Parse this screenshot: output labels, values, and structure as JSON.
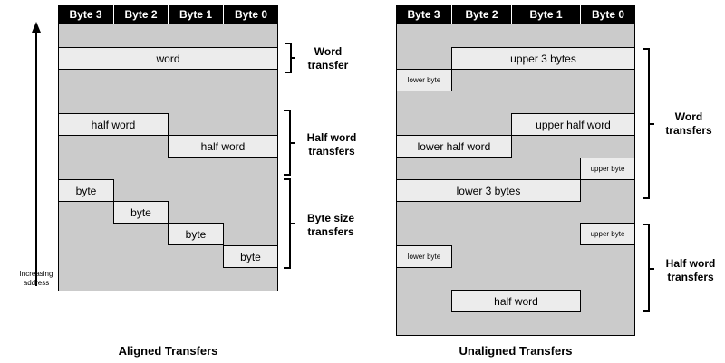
{
  "headers": [
    "Byte 3",
    "Byte 2",
    "Byte 1",
    "Byte 0"
  ],
  "axis": {
    "label": "Increasing address"
  },
  "aligned": {
    "caption": "Aligned Transfers",
    "blocks": [
      "word",
      "half word",
      "half word",
      "byte",
      "byte",
      "byte",
      "byte"
    ],
    "groups": [
      "Word transfer",
      "Half word transfers",
      "Byte size transfers"
    ]
  },
  "unaligned": {
    "caption": "Unaligned Transfers",
    "blocks": [
      "upper 3 bytes",
      "lower byte",
      "upper half word",
      "lower half word",
      "upper byte",
      "lower 3 bytes",
      "upper byte",
      "lower byte",
      "half word"
    ],
    "groups": [
      "Word transfers",
      "Half word transfers"
    ]
  }
}
